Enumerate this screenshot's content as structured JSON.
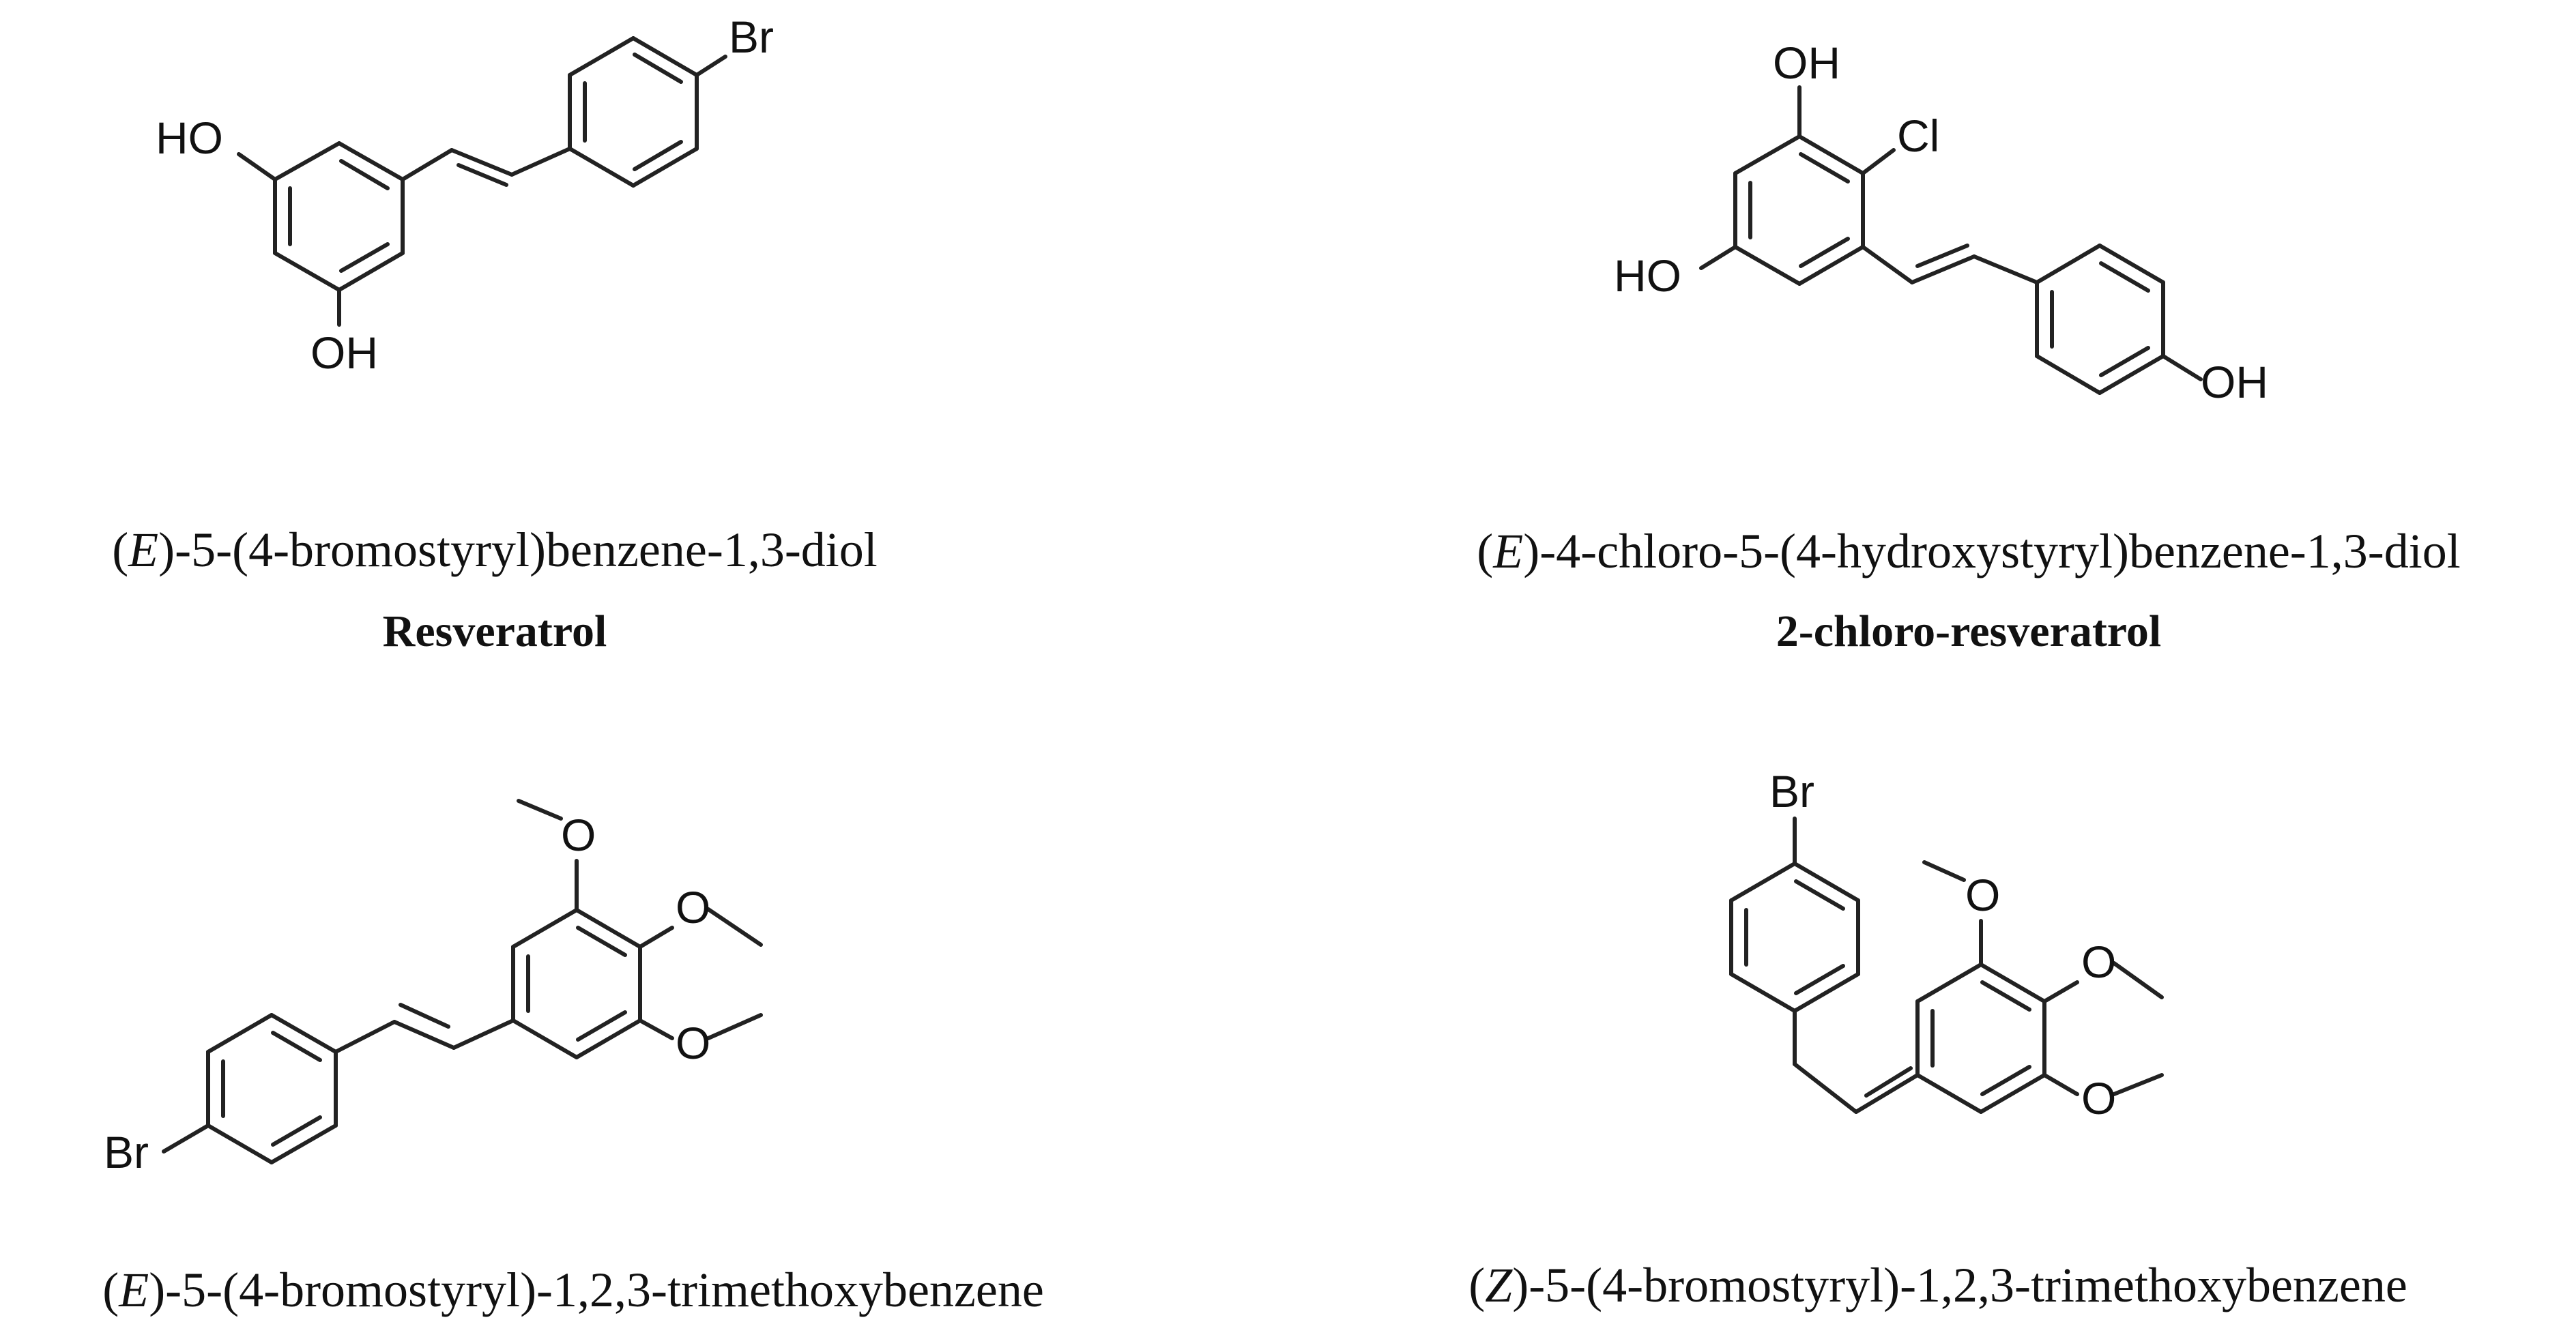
{
  "compounds": [
    {
      "iupac_prefix": "(",
      "iupac_stereo": "E",
      "iupac_rest": ")-5-(4-bromostyryl)benzene-1,3-diol",
      "common_name": "Resveratrol",
      "atoms": [
        "HO",
        "OH",
        "Br"
      ]
    },
    {
      "iupac_prefix": "(",
      "iupac_stereo": "E",
      "iupac_rest": ")-4-chloro-5-(4-hydroxystyryl)benzene-1,3-diol",
      "common_name": "2-chloro-resveratrol",
      "atoms": [
        "OH",
        "Cl",
        "HO",
        "OH"
      ]
    },
    {
      "iupac_prefix": "(",
      "iupac_stereo": "E",
      "iupac_rest": ")-5-(4-bromostyryl)-1,2,3-trimethoxybenzene",
      "common_name": "",
      "atoms": [
        "O",
        "O",
        "O",
        "Br"
      ]
    },
    {
      "iupac_prefix": "(",
      "iupac_stereo": "Z",
      "iupac_rest": ")-5-(4-bromostyryl)-1,2,3-trimethoxybenzene",
      "common_name": "",
      "atoms": [
        "Br",
        "O",
        "O",
        "O"
      ]
    }
  ]
}
